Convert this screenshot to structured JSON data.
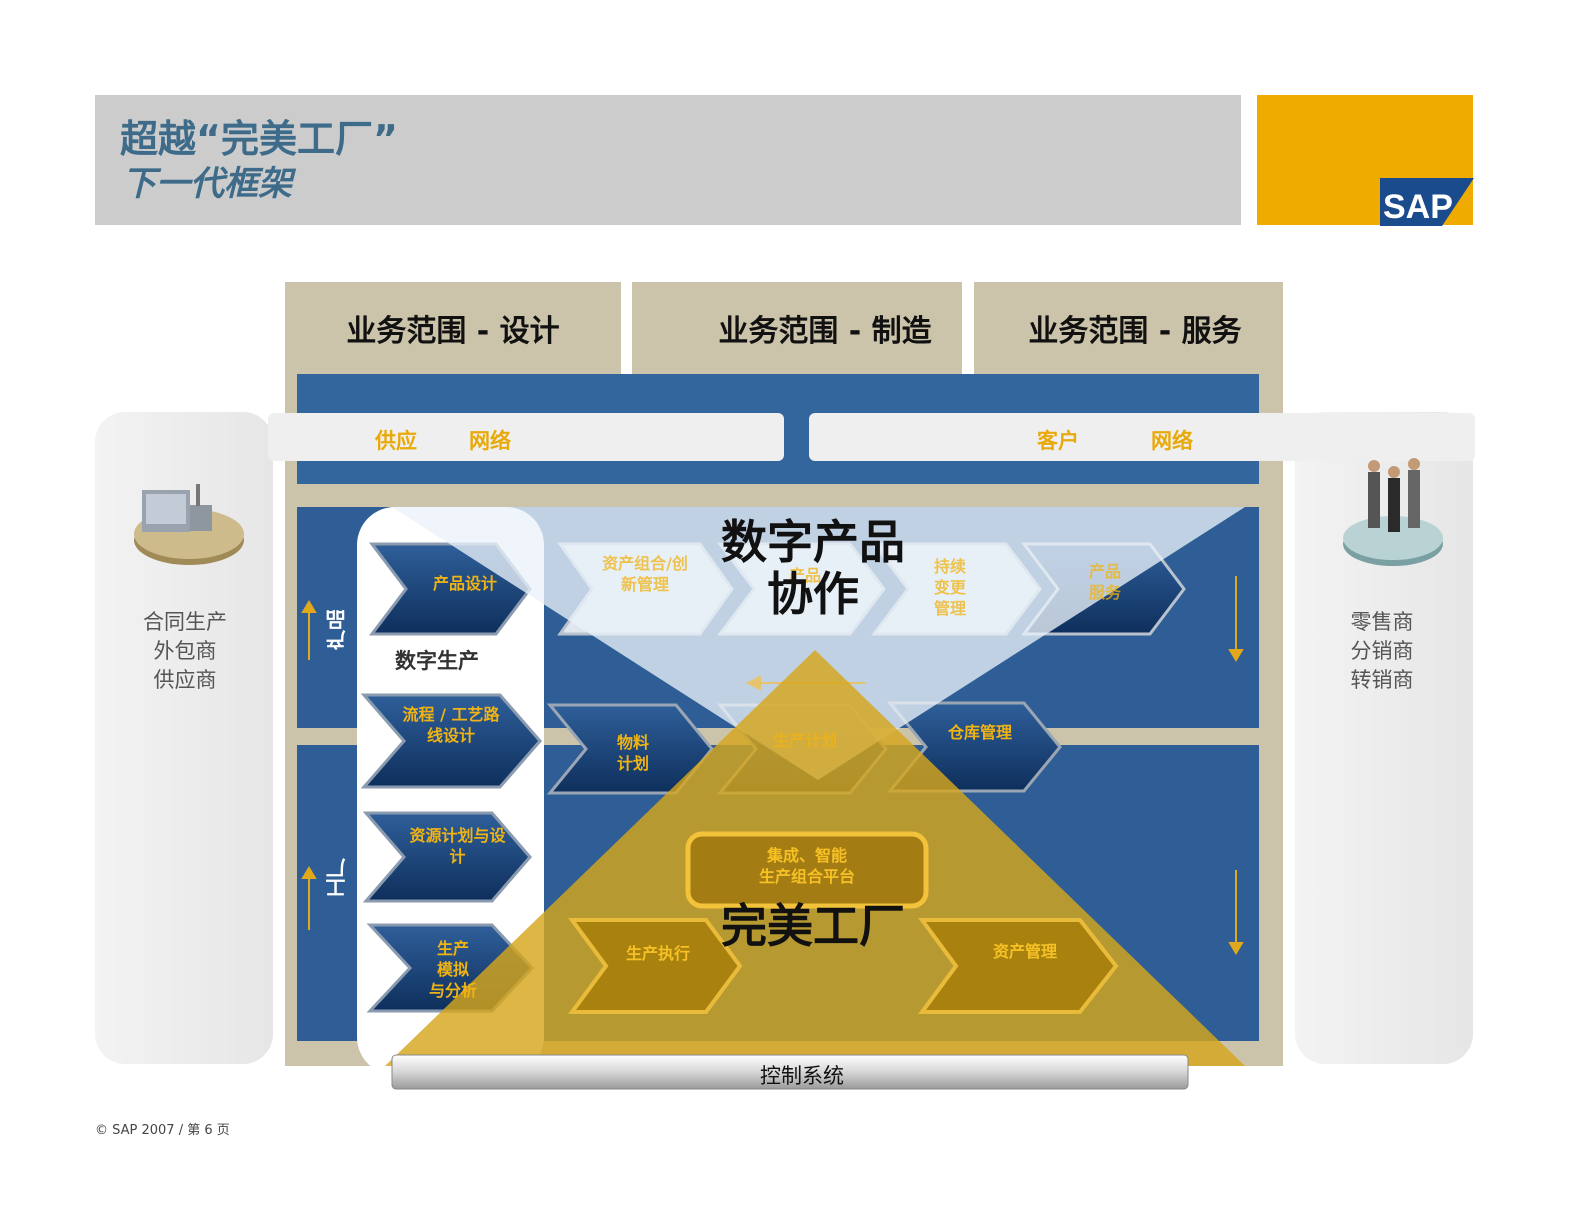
{
  "header": {
    "title": "超越“完美工厂”",
    "subtitle": "下一代框架",
    "logo_text": "SAP"
  },
  "columns": [
    "业务范围 - 设计",
    "业务范围 - 制造",
    "业务范围 - 服务"
  ],
  "networks": {
    "supply": [
      "供应",
      "网络"
    ],
    "customer": [
      "客户",
      "网络"
    ]
  },
  "left_side": {
    "lines": [
      "合同生产",
      "外包商",
      "供应商"
    ]
  },
  "right_side": {
    "lines": [
      "零售商",
      "分销商",
      "转销商"
    ]
  },
  "axis_labels": {
    "product": "产品",
    "plant": "工厂"
  },
  "digital": {
    "label": "数字生产",
    "steps": [
      "产品设计",
      "流程 / 工艺路\n线设计",
      "资源计划与设\n计",
      "生产\n模拟\n与分析"
    ]
  },
  "product_row": [
    "资产组合/创\n新管理",
    "产品",
    "持续\n变更\n管理",
    "产品\n服务"
  ],
  "mid_row": [
    "物料\n计划",
    "生产计划",
    "仓库管理"
  ],
  "platform": "集成、智能\n生产组合平台",
  "bottom_row": [
    "生产执行",
    "资产管理"
  ],
  "overlay": {
    "top": "数字产品\n协作",
    "bottom": "完美工厂"
  },
  "control_system": "控制系统",
  "footer": "© SAP 2007 / 第 6 页",
  "colors": {
    "header_bg": "#cccccc",
    "title": "#3d6b89",
    "sap_gold": "#efab00",
    "frame": "#ccc4aa",
    "blue": "#2e5e95",
    "arrow_label": "#f0b314",
    "pyramid_gold": "#d9a81e"
  }
}
